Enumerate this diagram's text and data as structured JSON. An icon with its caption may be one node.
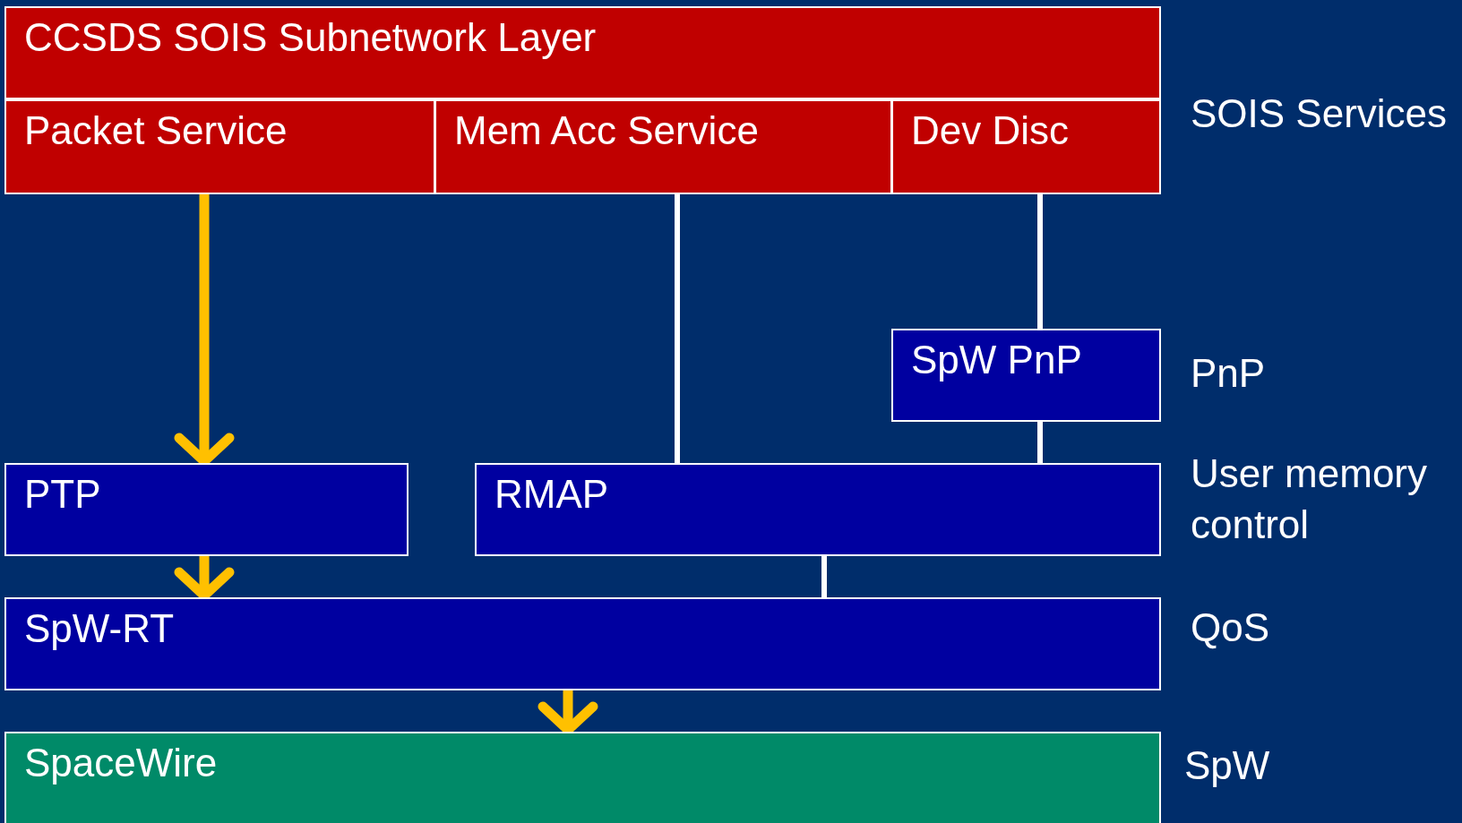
{
  "diagram": {
    "nodes": [
      {
        "text": [
          "CCSDS SOIS Subnetwork Layer"
        ]
      },
      {
        "text": [
          "Packet Service"
        ]
      },
      {
        "text": [
          "Mem Acc Service"
        ]
      },
      {
        "text": [
          "Dev Disc"
        ]
      },
      {
        "text": [
          "SpW PnP"
        ]
      },
      {
        "text": [
          "PTP"
        ]
      },
      {
        "text": [
          "RMAP"
        ]
      },
      {
        "text": [
          "SpW-RT"
        ]
      },
      {
        "text": [
          "SpaceWire"
        ]
      }
    ],
    "edges": [
      {
        "from": 1,
        "to": 5,
        "arrow": "to",
        "style": "thick",
        "color": "#ffc000"
      },
      {
        "from": 5,
        "to": 7,
        "arrow": "to",
        "style": "thick",
        "color": "#ffc000"
      },
      {
        "from": 7,
        "to": 8,
        "arrow": "to",
        "style": "thick",
        "color": "#ffc000"
      },
      {
        "from": 2,
        "to": 6,
        "arrow": "none"
      },
      {
        "from": 3,
        "to": 4,
        "arrow": "none"
      },
      {
        "from": 4,
        "to": 6,
        "arrow": "none"
      },
      {
        "from": 6,
        "to": 7,
        "arrow": "none"
      }
    ],
    "labels": [
      "SOIS Services",
      "PnP",
      "User memory control",
      "QoS",
      "SpW"
    ]
  }
}
